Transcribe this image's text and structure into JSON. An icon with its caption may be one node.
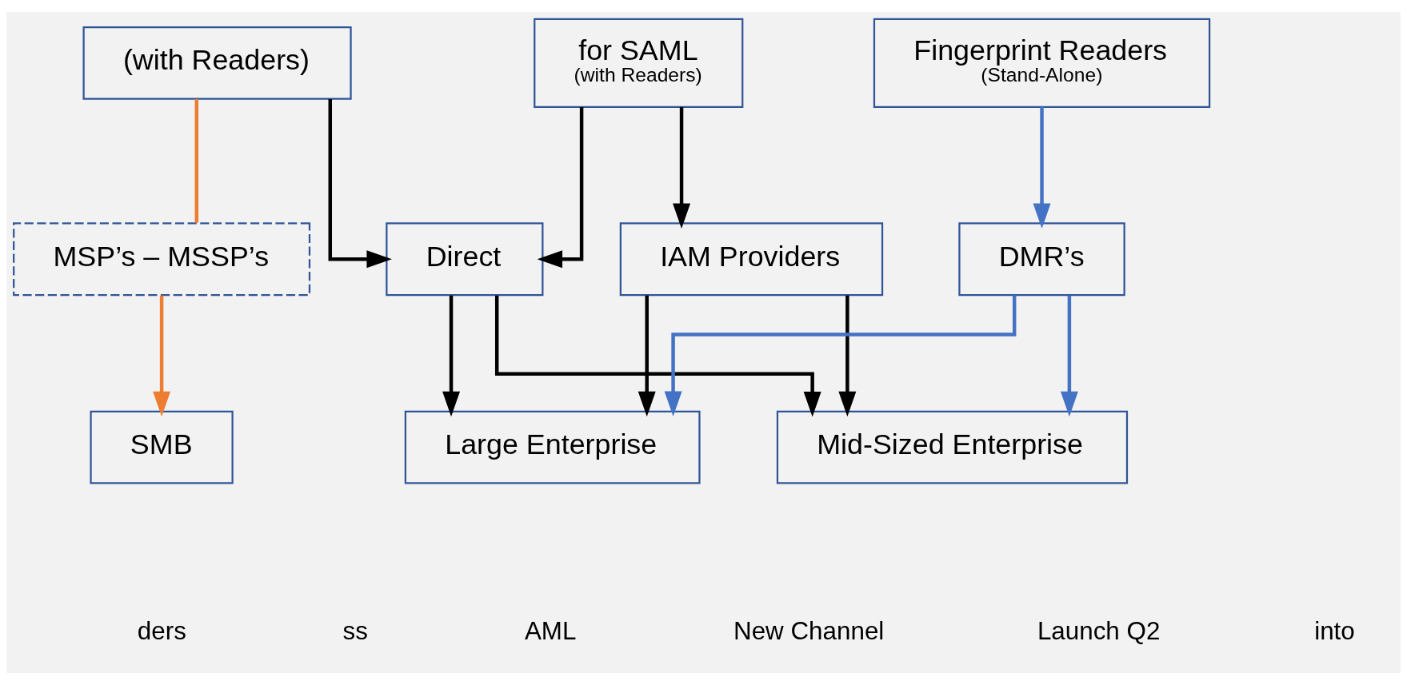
{
  "diagram": {
    "nodes": [
      {
        "text": [
          "(with Readers)"
        ]
      },
      {
        "text": [
          "for SAML",
          "(with Readers)"
        ]
      },
      {
        "text": [
          "Fingerprint Readers",
          "(Stand-Alone)"
        ]
      },
      {
        "text": [
          "MSP’s – MSSP’s"
        ]
      },
      {
        "text": [
          "Direct"
        ]
      },
      {
        "text": [
          "IAM Providers"
        ]
      },
      {
        "text": [
          "DMR’s"
        ]
      },
      {
        "text": [
          "SMB"
        ]
      },
      {
        "text": [
          "Mid-Sized Enterprise"
        ]
      },
      {
        "text": [
          "Large Enterprise"
        ]
      }
    ],
    "edges": [
      {
        "from": 0,
        "to": 3,
        "arrow": "none",
        "color": "#ed7d31"
      },
      {
        "from": 3,
        "to": 7,
        "arrow": "to",
        "color": "#ed7d31"
      },
      {
        "from": 0,
        "to": 4,
        "arrow": "to"
      },
      {
        "from": 1,
        "to": 4,
        "arrow": "to"
      },
      {
        "from": 1,
        "to": 5,
        "arrow": "to"
      },
      {
        "from": 2,
        "to": 6,
        "arrow": "to",
        "color": "#4472c4"
      },
      {
        "from": 4,
        "to": 8,
        "arrow": "to"
      },
      {
        "from": 4,
        "to": 9,
        "arrow": "to"
      },
      {
        "from": 5,
        "to": 8,
        "arrow": "to"
      },
      {
        "from": 5,
        "to": 9,
        "arrow": "to"
      },
      {
        "from": 6,
        "to": 8,
        "arrow": "to",
        "color": "#4472c4"
      },
      {
        "from": 6,
        "to": 9,
        "arrow": "to",
        "color": "#4472c4"
      }
    ],
    "labels": [
      "ders",
      "ss",
      "AML",
      "New Channel",
      "Launch Q2",
      "into"
    ]
  }
}
